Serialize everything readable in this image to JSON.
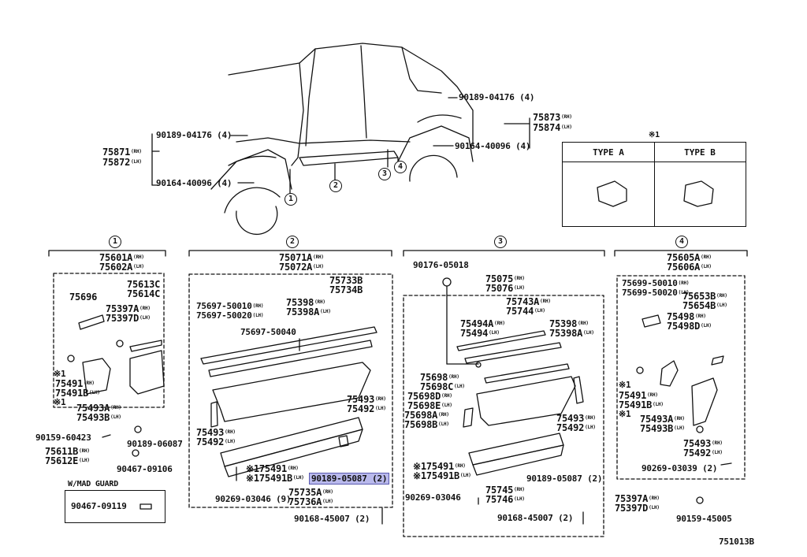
{
  "diagram": {
    "type_legend": {
      "mark": "※1",
      "type_a": "TYPE A",
      "type_b": "TYPE B"
    },
    "figure_id": "751013B",
    "groups": [
      {
        "num": "1",
        "header": [
          "75601A",
          "75602A"
        ],
        "header_sfx": [
          "(RH)",
          "(LH)"
        ],
        "parts": [
          "75696",
          "75613C",
          "75614C",
          "75397A",
          "75397D",
          "75491",
          "75491B",
          "75493A",
          "75493B",
          "90159-60423",
          "90189-06087",
          "75611B",
          "75612E",
          "90467-09106"
        ],
        "sfx": {
          "75397A": "(RH)",
          "75397D": "(LH)",
          "75491": "(RH)",
          "75491B": "(LH)",
          "75493A": "(RH)",
          "75493B": "(LH)",
          "75611B": "(RH)",
          "75612E": "(LH)"
        }
      },
      {
        "num": "2",
        "header": [
          "75071A",
          "75072A"
        ],
        "header_sfx": [
          "(RH)",
          "(LH)"
        ],
        "parts": [
          "75733B",
          "75734B",
          "75697-50010",
          "75697-50020",
          "75398",
          "75398A",
          "75697-50040",
          "75493",
          "75492",
          "75491",
          "75491B",
          "90189-05087 (2)",
          "75735A",
          "75736A",
          "90269-03046 (9)"
        ],
        "sfx": {
          "75697-50010": "(RH)",
          "75697-50020": "(LH)",
          "75398": "(RH)",
          "75398A": "(LH)",
          "75493": "(RH)",
          "75492": "(LH)",
          "75491": "(RH)",
          "75491B": "(LH)",
          "75735A": "(RH)",
          "75736A": "(LH)"
        }
      },
      {
        "num": "3",
        "header": [
          "75075",
          "75076"
        ],
        "header_sfx": [
          "(RH)",
          "(LH)"
        ],
        "parts": [
          "90176-05018",
          "75743A",
          "75744",
          "75494A",
          "75494",
          "75398",
          "75398A",
          "75698",
          "75698C",
          "75698D",
          "75698E",
          "75698A",
          "75698B",
          "75493",
          "75492",
          "75491",
          "75491B",
          "90189-05087 (2)",
          "90269-03046",
          "75745",
          "75746",
          "90168-45007 (2)"
        ],
        "sfx": {
          "75743A": "(RH)",
          "75744": "(LH)",
          "75494A": "(RH)",
          "75494": "(LH)",
          "75398": "(RH)",
          "75398A": "(LH)",
          "75698": "(RH)",
          "75698C": "(LH)",
          "75698D": "(RH)",
          "75698E": "(LH)",
          "75698A": "(RH)",
          "75698B": "(LH)",
          "75493": "(RH)",
          "75492": "(LH)",
          "75491": "(RH)",
          "75491B": "(LH)",
          "75745": "(RH)",
          "75746": "(LH)"
        }
      },
      {
        "num": "4",
        "header": [
          "75605A",
          "75606A"
        ],
        "header_sfx": [
          "(RH)",
          "(LH)"
        ],
        "parts": [
          "75699-50010",
          "75699-50020",
          "75653B",
          "75654B",
          "75498",
          "75498D",
          "75491",
          "75491B",
          "75493A",
          "75493B",
          "75493",
          "75492",
          "90269-03039 (2)",
          "75397A",
          "75397D",
          "90159-45005"
        ],
        "sfx": {
          "75699-50010": "(RH)",
          "75699-50020": "(LH)",
          "75653B": "(RH)",
          "75654B": "(LH)",
          "75498": "(RH)",
          "75498D": "(LH)",
          "75491": "(RH)",
          "75491B": "(LH)",
          "75493A": "(RH)",
          "75493B": "(LH)",
          "75493": "(RH)",
          "75492": "(LH)",
          "75397A": "(RH)",
          "75397D": "(LH)"
        }
      }
    ],
    "car_callouts": [
      "90189-04176 (4)",
      "75873",
      "75874",
      "90164-40096 (4)",
      "90189-04176 (4)",
      "75871",
      "75872",
      "90164-40096 (4)"
    ],
    "car_sfx": {
      "75873": "(RH)",
      "75874": "(LH)",
      "75871": "(RH)",
      "75872": "(LH)"
    },
    "extra": {
      "grp2_bottom": "90168-45007 (2)",
      "mad_guard_title": "W/MAD GUARD",
      "mad_guard_part": "90467-09119"
    }
  }
}
